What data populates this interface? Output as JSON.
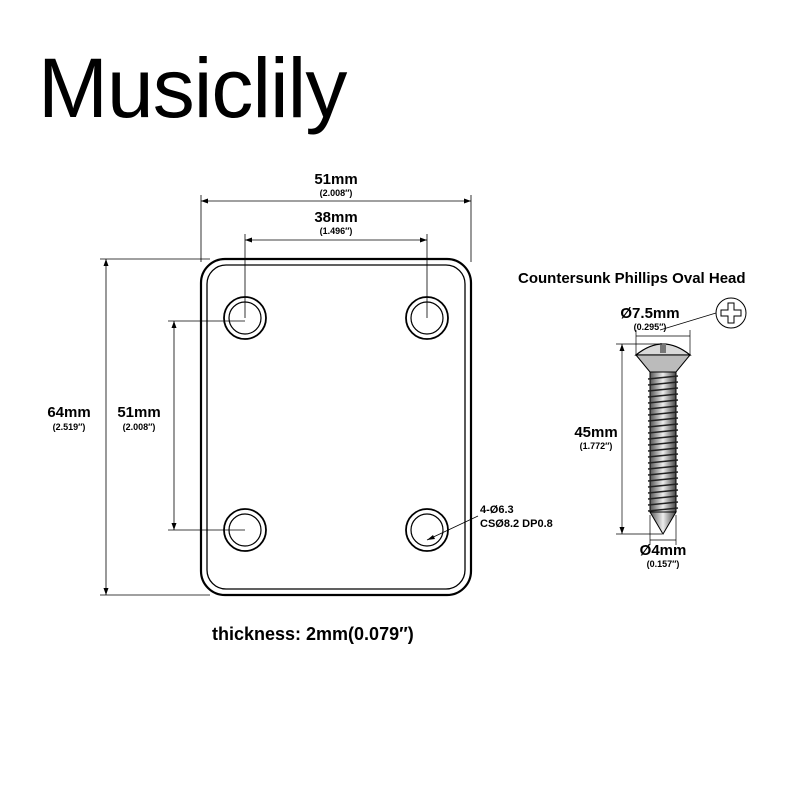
{
  "brand": "Musiclily",
  "plate": {
    "width_mm": "51mm",
    "width_in": "(2.008″)",
    "hole_spacing_h_mm": "38mm",
    "hole_spacing_h_in": "(1.496″)",
    "height_mm": "64mm",
    "height_in": "(2.519″)",
    "hole_spacing_v_mm": "51mm",
    "hole_spacing_v_in": "(2.008″)",
    "hole_note_line1": "4-Ø6.3",
    "hole_note_line2": "CSØ8.2 DP0.8",
    "thickness": "thickness: 2mm(0.079″)"
  },
  "screw": {
    "heading": "Countersunk Phillips Oval Head",
    "head_dia_mm": "Ø7.5mm",
    "head_dia_in": "(0.295″)",
    "length_mm": "45mm",
    "length_in": "(1.772″)",
    "shank_dia_mm": "Ø4mm",
    "shank_dia_in": "(0.157″)"
  },
  "icons": [
    "phillips-head-icon"
  ]
}
